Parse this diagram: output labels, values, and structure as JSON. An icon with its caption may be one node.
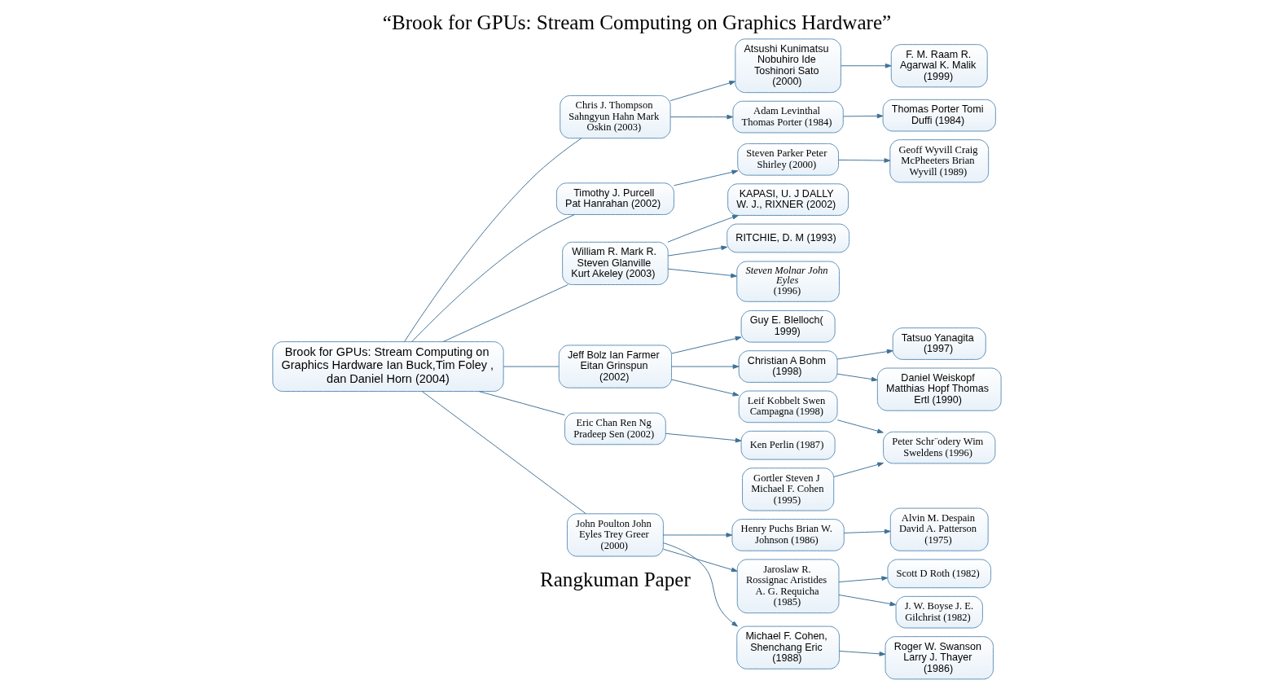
{
  "diagram": {
    "title": "“Brook for GPUs: Stream Computing on Graphics Hardware”",
    "caption": "Rangkuman Paper",
    "nodes": [
      {
        "text": [
          "Brook for GPUs: Stream Computing on Graphics Hardware Ian Buck,Tim Foley , dan Daniel Horn (2004)"
        ]
      },
      {
        "text": [
          "Chris J. Thompson Sahngyun Hahn Mark Oskin (2003)"
        ]
      },
      {
        "text": [
          "Atsushi Kunimatsu Nobuhiro Ide Toshinori Sato (2000)"
        ]
      },
      {
        "text": [
          "F. M. Raam R. Agarwal K. Malik (1999)"
        ]
      },
      {
        "text": [
          "Adam Levinthal Thomas Porter (1984)"
        ]
      },
      {
        "text": [
          "Thomas Porter Tomi Duffi (1984)"
        ]
      },
      {
        "text": [
          "Timothy J. Purcell Pat Hanrahan (2002)"
        ]
      },
      {
        "text": [
          "Steven Parker Peter Shirley (2000)"
        ]
      },
      {
        "text": [
          "Geoff Wyvill Craig McPheeters Brian Wyvill (1989)"
        ]
      },
      {
        "text": [
          "William R. Mark R. Steven Glanville Kurt Akeley (2003)"
        ]
      },
      {
        "text": [
          "Steven Molnar John Eyles",
          "(1996)"
        ]
      },
      {
        "text": [
          "KAPASI, U. J DALLY W. J., RIXNER (2002)"
        ]
      },
      {
        "text": [
          "RITCHIE, D. M (1993)"
        ]
      },
      {
        "text": [
          "Jeff Bolz Ian Farmer Eitan Grinspun (2002)"
        ]
      },
      {
        "text": [
          "Leif Kobbelt Swen Campagna (1998)"
        ]
      },
      {
        "text": [
          "Gortler Steven J Michael F. Cohen (1995)"
        ]
      },
      {
        "text": [
          "Peter Schr¨odery Wim Sweldens (1996)"
        ]
      },
      {
        "text": [
          "Guy E. Blelloch( 1999)"
        ]
      },
      {
        "text": [
          "Christian A Bohm (1998)"
        ]
      },
      {
        "text": [
          "Tatsuo Yanagita (1997)"
        ]
      },
      {
        "text": [
          "Daniel Weiskopf Matthias Hopf Thomas Ertl (1990)"
        ]
      },
      {
        "text": [
          "Eric Chan Ren Ng Pradeep Sen (2002)"
        ]
      },
      {
        "text": [
          "Ken Perlin (1987)"
        ]
      },
      {
        "text": [
          "John Poulton John Eyles Trey Greer (2000)"
        ]
      },
      {
        "text": [
          "Michael F. Cohen, Shenchang Eric (1988)"
        ]
      },
      {
        "text": [
          "Roger W. Swanson Larry J. Thayer (1986)"
        ]
      },
      {
        "text": [
          "Henry Puchs Brian W. Johnson (1986)"
        ]
      },
      {
        "text": [
          "Alvin M. Despain David A. Patterson (1975)"
        ]
      },
      {
        "text": [
          "Jaroslaw R. Rossignac Aristides A. G. Requicha (1985)"
        ]
      },
      {
        "text": [
          "Scott D Roth (1982)"
        ]
      },
      {
        "text": [
          "J. W. Boyse J. E. Gilchrist (1982)"
        ]
      }
    ],
    "edges": [
      {
        "from": 0,
        "to": 1,
        "arrow": "none"
      },
      {
        "from": 0,
        "to": 6,
        "arrow": "none"
      },
      {
        "from": 0,
        "to": 9,
        "arrow": "none"
      },
      {
        "from": 0,
        "to": 13,
        "arrow": "none"
      },
      {
        "from": 0,
        "to": 21,
        "arrow": "none"
      },
      {
        "from": 0,
        "to": 23,
        "arrow": "none"
      },
      {
        "from": 1,
        "to": 2,
        "arrow": "to"
      },
      {
        "from": 2,
        "to": 3,
        "arrow": "to"
      },
      {
        "from": 1,
        "to": 4,
        "arrow": "to"
      },
      {
        "from": 4,
        "to": 5,
        "arrow": "to"
      },
      {
        "from": 6,
        "to": 7,
        "arrow": "to"
      },
      {
        "from": 7,
        "to": 8,
        "arrow": "to"
      },
      {
        "from": 9,
        "to": 10,
        "arrow": "to"
      },
      {
        "from": 9,
        "to": 11,
        "arrow": "to"
      },
      {
        "from": 9,
        "to": 12,
        "arrow": "to"
      },
      {
        "from": 13,
        "to": 14,
        "arrow": "to"
      },
      {
        "from": 14,
        "to": 16,
        "arrow": "to"
      },
      {
        "from": 15,
        "to": 16,
        "arrow": "to"
      },
      {
        "from": 13,
        "to": 17,
        "arrow": "to"
      },
      {
        "from": 13,
        "to": 18,
        "arrow": "to"
      },
      {
        "from": 18,
        "to": 19,
        "arrow": "to"
      },
      {
        "from": 18,
        "to": 20,
        "arrow": "to"
      },
      {
        "from": 21,
        "to": 22,
        "arrow": "to"
      },
      {
        "from": 23,
        "to": 24,
        "arrow": "to"
      },
      {
        "from": 24,
        "to": 25,
        "arrow": "to"
      },
      {
        "from": 23,
        "to": 26,
        "arrow": "to"
      },
      {
        "from": 26,
        "to": 27,
        "arrow": "to"
      },
      {
        "from": 23,
        "to": 28,
        "arrow": "to"
      },
      {
        "from": 28,
        "to": 29,
        "arrow": "to"
      },
      {
        "from": 28,
        "to": 30,
        "arrow": "to"
      }
    ]
  }
}
